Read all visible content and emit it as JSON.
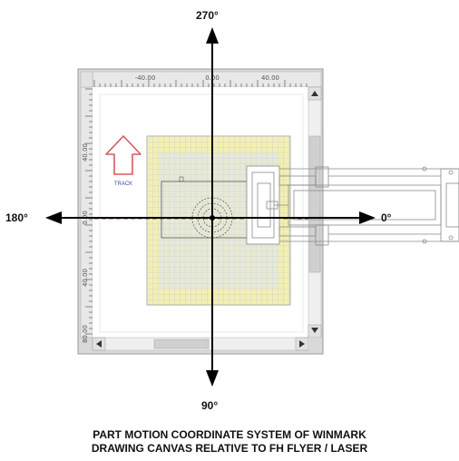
{
  "angles": {
    "top": "270°",
    "left": "180°",
    "right": "0°",
    "bottom": "90°"
  },
  "ruler": {
    "top": [
      "-40.00",
      "0.00",
      "40.00"
    ],
    "left": [
      "40.00",
      "0.00",
      "40.00",
      "80.00"
    ]
  },
  "track_label": "TRACK",
  "caption": {
    "line1": "PART MOTION COORDINATE SYSTEM OF WINMARK",
    "line2": "DRAWING CANVAS RELATIVE TO FH FLYER / LASER"
  },
  "colors": {
    "arrow": "#000000",
    "track_arrow": "#d65a5a",
    "work_area": "#f3efb4",
    "grid": "#b9c4d9",
    "window_frame": "#d8d8d8",
    "center_line": "#d63030"
  }
}
